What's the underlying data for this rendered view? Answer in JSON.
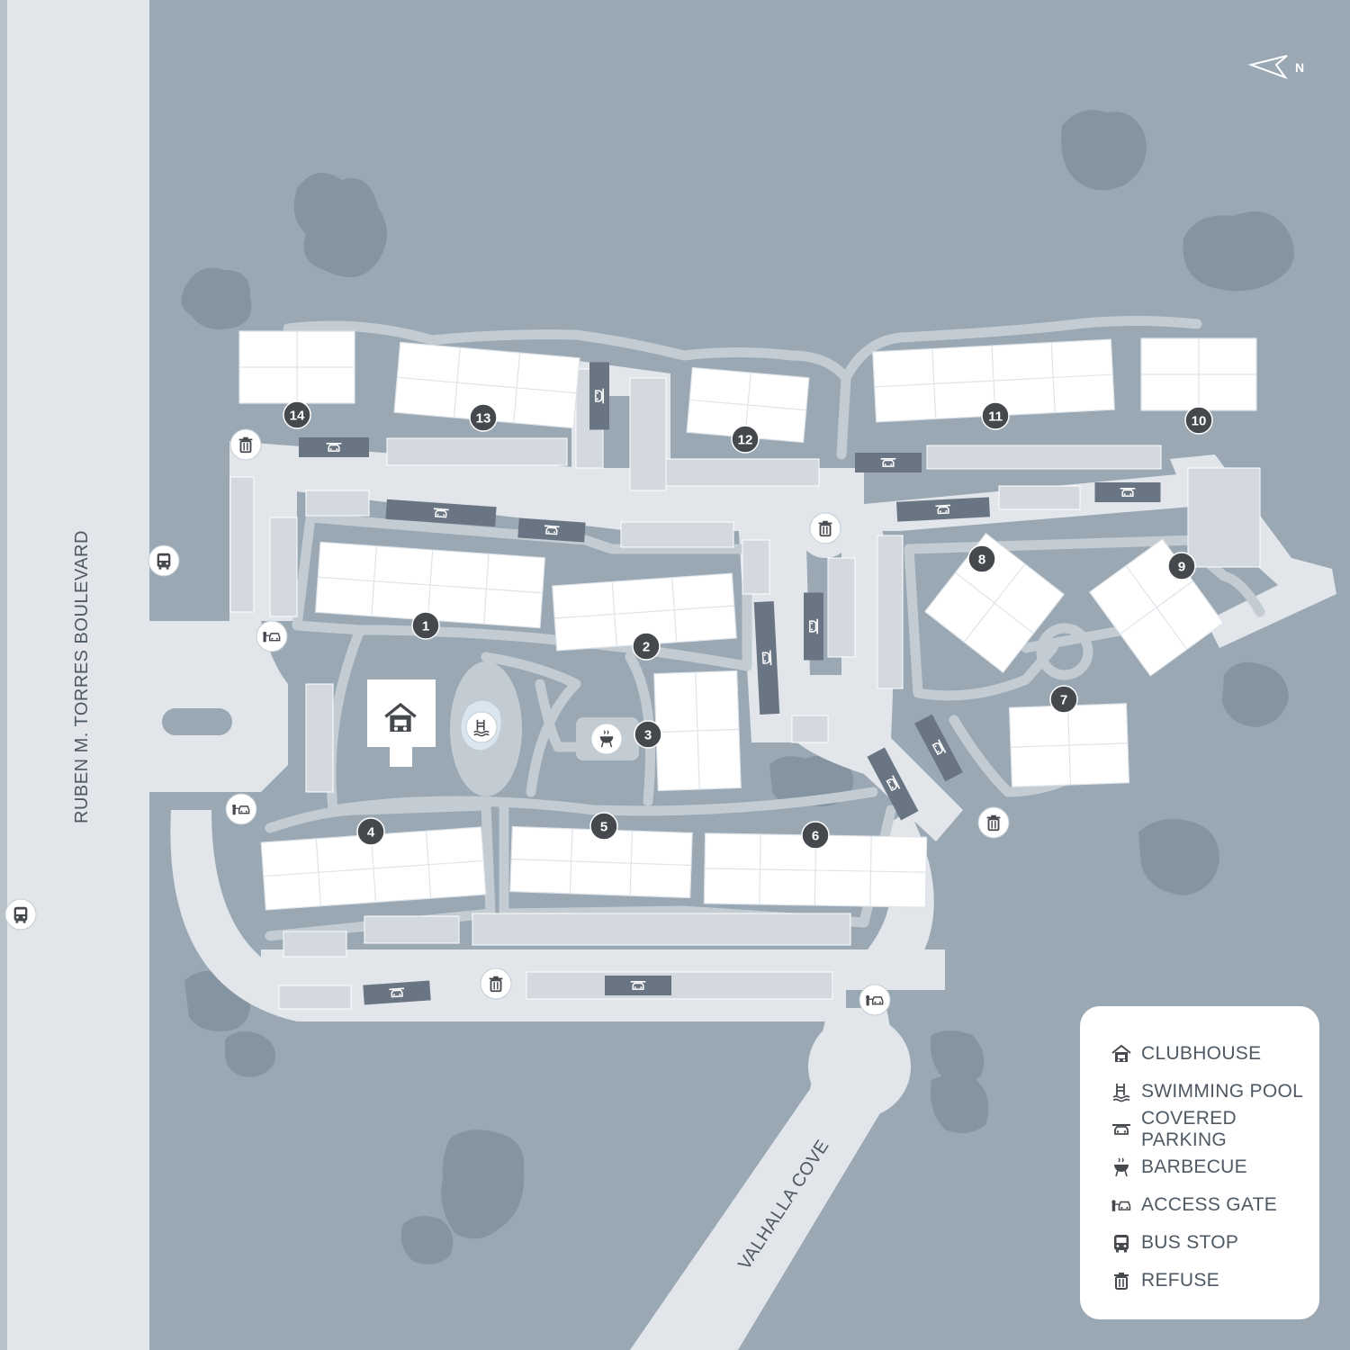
{
  "streets": {
    "west": "RUBEN M. TORRES BOULEVARD",
    "south": "VALHALLA COVE"
  },
  "compass": "N",
  "buildings": [
    "1",
    "2",
    "3",
    "4",
    "5",
    "6",
    "7",
    "8",
    "9",
    "10",
    "11",
    "12",
    "13",
    "14"
  ],
  "legend": [
    {
      "icon": "clubhouse-icon",
      "label": "CLUBHOUSE"
    },
    {
      "icon": "swimming-pool-icon",
      "label": "SWIMMING POOL"
    },
    {
      "icon": "covered-parking-icon",
      "label": "COVERED PARKING"
    },
    {
      "icon": "barbecue-icon",
      "label": "BARBECUE"
    },
    {
      "icon": "access-gate-icon",
      "label": "ACCESS GATE"
    },
    {
      "icon": "bus-stop-icon",
      "label": "BUS STOP"
    },
    {
      "icon": "refuse-icon",
      "label": "REFUSE"
    }
  ],
  "colors": {
    "ground": "#9aa8b4",
    "road": "#e2e6eb",
    "path": "#c2ccd2",
    "building": "#ffffff",
    "tree": "#8594a1",
    "covered_parking": "#6a7584",
    "marker": "#45494e",
    "text": "#4f5963"
  }
}
